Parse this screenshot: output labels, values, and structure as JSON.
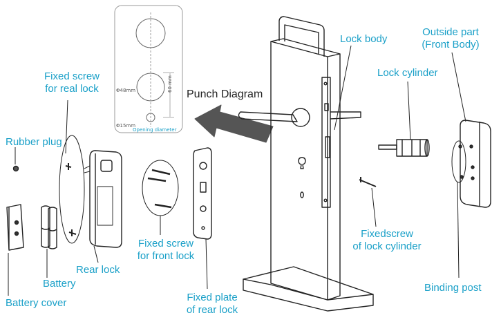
{
  "colors": {
    "label": "#1aa0c8",
    "line": "#222222",
    "arrow": "#555555"
  },
  "punch_card": {
    "title": "Punch Diagram",
    "dim_48": "Φ48mm",
    "dim_15": "Φ15mm",
    "dim_60": "60 mm",
    "caption": "Opening diameter"
  },
  "labels": {
    "fixed_screw_rear_1": "Fixed screw",
    "fixed_screw_rear_2": "for real lock",
    "rubber_plug": "Rubber plug",
    "battery": "Battery",
    "battery_cover": "Battery cover",
    "rear_lock": "Rear lock",
    "fixed_screw_front_1": "Fixed screw",
    "fixed_screw_front_2": "for front lock",
    "fixed_plate_1": "Fixed plate",
    "fixed_plate_2": "of rear lock",
    "lock_body": "Lock body",
    "outside_part_1": "Outside part",
    "outside_part_2": "(Front Body)",
    "lock_cylinder": "Lock cylinder",
    "fixedscrew_cyl_1": "Fixedscrew",
    "fixedscrew_cyl_2": "of lock cylinder",
    "binding_post": "Binding post"
  }
}
